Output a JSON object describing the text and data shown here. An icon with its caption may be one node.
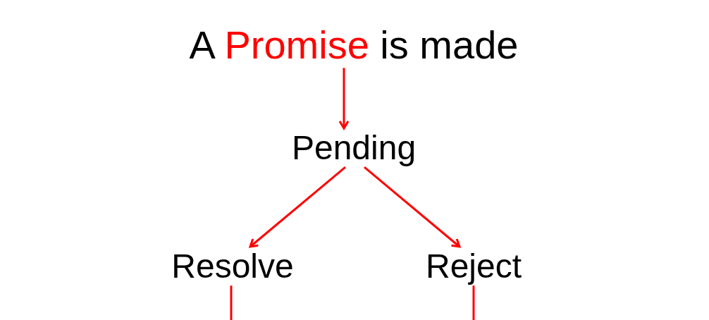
{
  "diagram": {
    "nodes": [
      {
        "text": [
          "A",
          "Promise",
          "is made"
        ]
      },
      {
        "text": [
          "Pending"
        ]
      },
      {
        "text": [
          "Resolve"
        ]
      },
      {
        "text": [
          "Reject"
        ]
      }
    ],
    "edges": [
      {
        "from": 0,
        "to": 1,
        "arrow": "to"
      },
      {
        "from": 1,
        "to": 2,
        "arrow": "to"
      },
      {
        "from": 1,
        "to": 3,
        "arrow": "to"
      },
      {
        "from": 2,
        "to": null,
        "arrow": "none"
      },
      {
        "from": 3,
        "to": null,
        "arrow": "none"
      }
    ]
  }
}
